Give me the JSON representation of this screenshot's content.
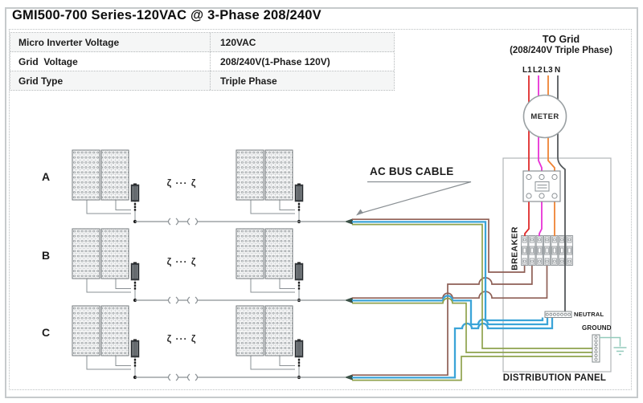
{
  "title": "GMI500-700 Series-120VAC @ 3-Phase 208/240V",
  "spec_table": {
    "rows": [
      {
        "label": "Micro Inverter Voltage",
        "value": "120VAC"
      },
      {
        "label": "Grid  Voltage",
        "value": "208/240V(1-Phase 120V)"
      },
      {
        "label": "Grid Type",
        "value": "Triple Phase"
      }
    ]
  },
  "grid_connection": {
    "heading_line1": "TO Grid",
    "heading_line2": "(208/240V Triple Phase)",
    "phase_labels": [
      "L1",
      "L2",
      "L3",
      "N"
    ],
    "meter_label": "METER",
    "breaker_label": "BREAKER",
    "neutral_label": "NEUTRAL",
    "ground_label": "GROUND",
    "distribution_panel_label": "DISTRIBUTION PANEL"
  },
  "bus": {
    "label": "AC BUS CABLE"
  },
  "pv_rows": [
    {
      "label": "A"
    },
    {
      "label": "B"
    },
    {
      "label": "C"
    }
  ],
  "continuation_symbol": "ζ ··· ζ",
  "colors": {
    "l1_red": "#df2b2b",
    "l2_magenta": "#e832d6",
    "l3_orange": "#ef8334",
    "neutral_wire_gray": "#55595c",
    "line_brown": "#8e5f55",
    "neutral_blue": "#3ba4d8",
    "ground_green": "#8fa24d",
    "earth_teal": "#93cabb",
    "bus_gray": "#8a9094"
  }
}
